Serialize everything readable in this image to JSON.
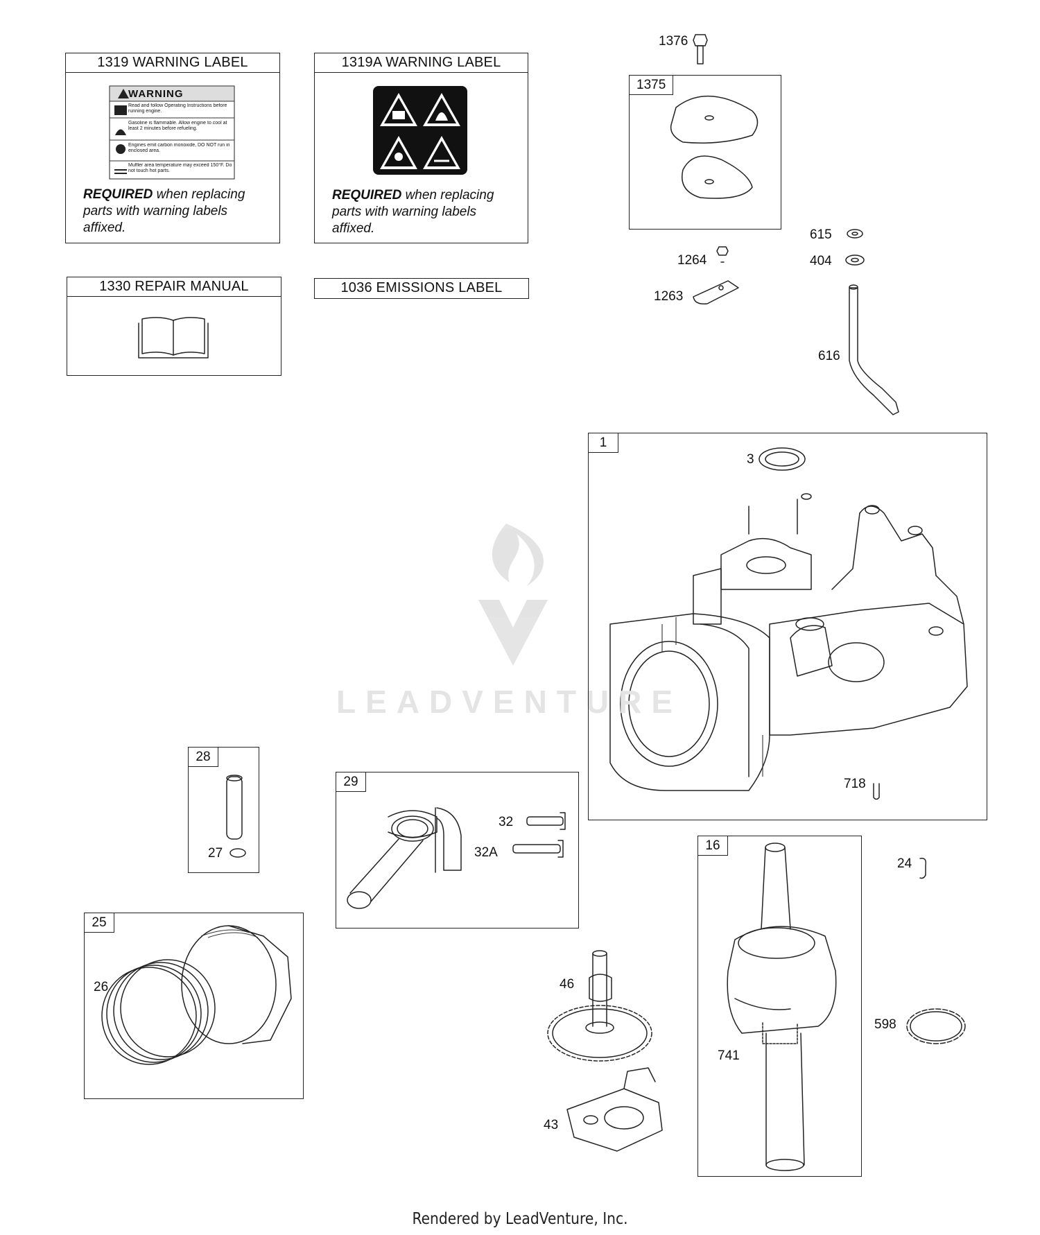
{
  "labels": {
    "warning": {
      "title": "1319 WARNING LABEL",
      "sticker_heading": "WARNING",
      "sticker_lines": [
        "Read and follow Operating Instructions before running engine.",
        "Gasoline is flammable. Allow engine to cool at least 2 minutes before refueling.",
        "Engines emit carbon monoxide, DO NOT run in enclosed area.",
        "Muffler area temperature may exceed 150°F. Do not touch hot parts."
      ],
      "required": "REQUIRED",
      "note": " when replacing parts with warning labels affixed."
    },
    "warning_a": {
      "title": "1319A WARNING LABEL",
      "required": "REQUIRED",
      "note": " when replacing parts with warning labels affixed."
    },
    "manual": {
      "title": "1330 REPAIR MANUAL"
    },
    "emissions": {
      "title": "1036 EMISSIONS LABEL"
    }
  },
  "groups": {
    "g1375": "1375",
    "g1": "1",
    "g28": "28",
    "g29": "29",
    "g16": "16",
    "g25": "25"
  },
  "callouts": {
    "p1376": "1376",
    "p615": "615",
    "p404": "404",
    "p1264": "1264",
    "p1263": "1263",
    "p616": "616",
    "p3": "3",
    "p718": "718",
    "p27": "27",
    "p32": "32",
    "p32a": "32A",
    "p24": "24",
    "p46": "46",
    "p598": "598",
    "p741": "741",
    "p26": "26",
    "p43": "43"
  },
  "watermark": "LEADVENTURE",
  "footer": "Rendered by LeadVenture, Inc."
}
